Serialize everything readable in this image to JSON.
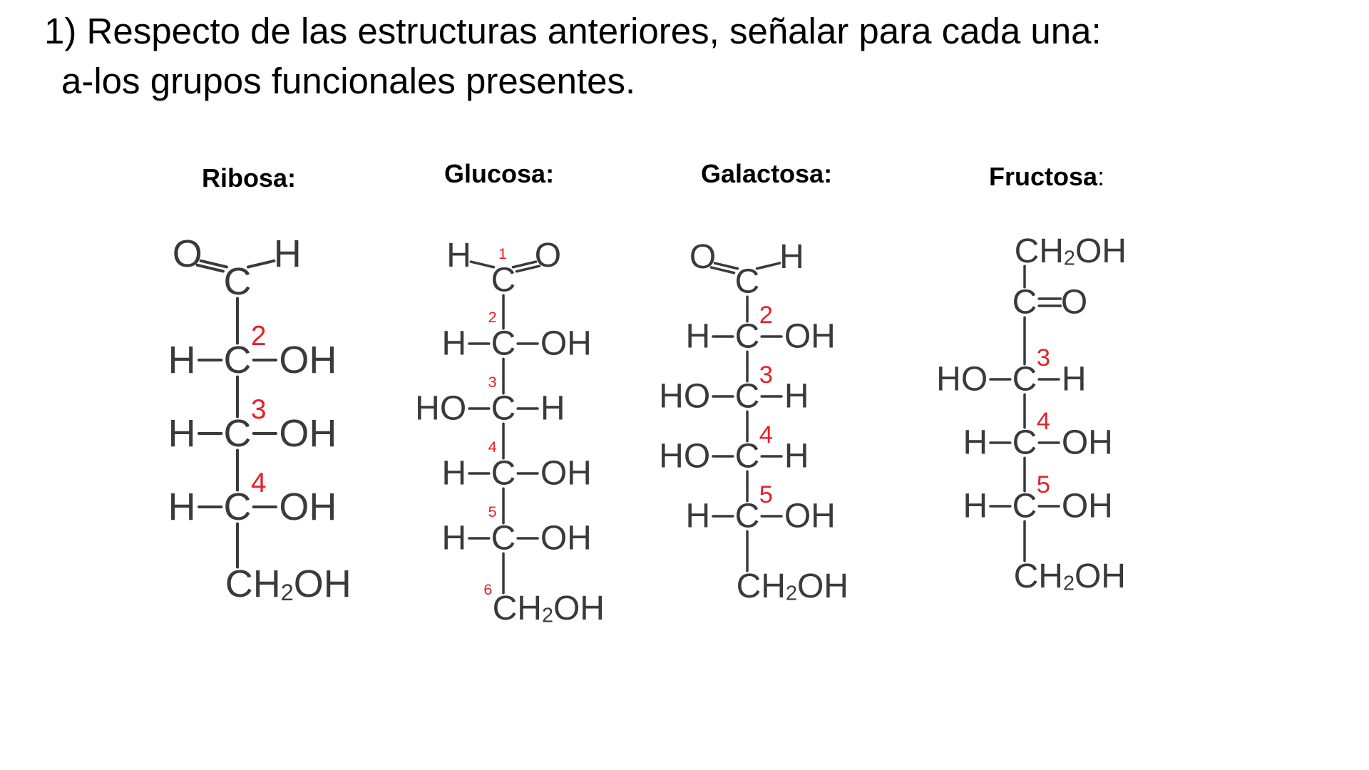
{
  "slide": {
    "title": "1) Respecto de las estructuras anteriores, señalar para cada una:",
    "subtitle": "a-los grupos funcionales presentes."
  },
  "colors": {
    "text": "#000000",
    "atom": "#3a3a3a",
    "carbon_number": "#e8202a"
  },
  "molecules": [
    {
      "key": "ribosa",
      "name": "Ribosa",
      "suffix": ":",
      "top_group": "aldehyde",
      "rows": [
        {
          "left": "H",
          "right": "OH",
          "num": "2"
        },
        {
          "left": "H",
          "right": "OH",
          "num": "3"
        },
        {
          "left": "H",
          "right": "OH",
          "num": "4"
        }
      ],
      "bottom": "CH2OH"
    },
    {
      "key": "glucosa",
      "name": "Glucosa",
      "suffix": ":",
      "top_group": "aldehyde",
      "top_num": "1",
      "rows": [
        {
          "left": "H",
          "right": "OH",
          "num": "2"
        },
        {
          "left": "HO",
          "right": "H",
          "num": "3"
        },
        {
          "left": "H",
          "right": "OH",
          "num": "4"
        },
        {
          "left": "H",
          "right": "OH",
          "num": "5"
        }
      ],
      "bottom": "CH2OH",
      "bottom_num": "6"
    },
    {
      "key": "galactosa",
      "name": "Galactosa",
      "suffix": ":",
      "top_group": "aldehyde",
      "rows": [
        {
          "left": "H",
          "right": "OH",
          "num": "2"
        },
        {
          "left": "HO",
          "right": "H",
          "num": "3"
        },
        {
          "left": "HO",
          "right": "H",
          "num": "4"
        },
        {
          "left": "H",
          "right": "OH",
          "num": "5"
        }
      ],
      "bottom": "CH2OH"
    },
    {
      "key": "fructosa",
      "name": "Fructosa",
      "suffix": ":",
      "top_group": "ketone",
      "top": "CH2OH",
      "ketone_label": "C=O",
      "rows": [
        {
          "left": "HO",
          "right": "H",
          "num": "3"
        },
        {
          "left": "H",
          "right": "OH",
          "num": "4"
        },
        {
          "left": "H",
          "right": "OH",
          "num": "5"
        }
      ],
      "bottom": "CH2OH"
    }
  ]
}
